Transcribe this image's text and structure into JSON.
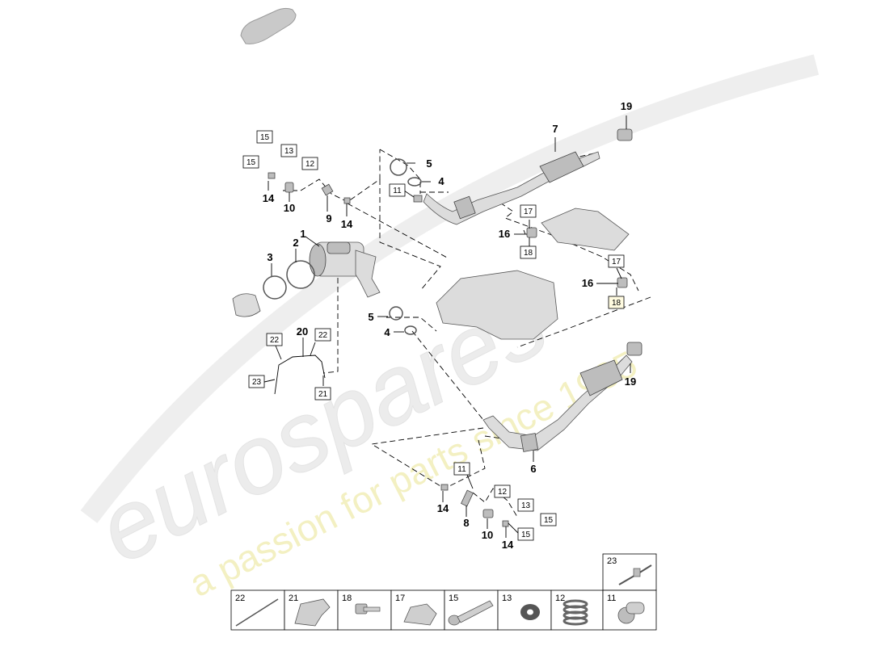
{
  "watermark": {
    "brand": "eurospares",
    "tagline": "a passion for parts since 1985"
  },
  "callouts": [
    {
      "id": "c19a",
      "text": "19"
    },
    {
      "id": "c7",
      "text": "7"
    },
    {
      "id": "c5a",
      "text": "5"
    },
    {
      "id": "c4a",
      "text": "4"
    },
    {
      "id": "c14a",
      "text": "14"
    },
    {
      "id": "c10a",
      "text": "10"
    },
    {
      "id": "c9",
      "text": "9"
    },
    {
      "id": "c14b",
      "text": "14"
    },
    {
      "id": "c16a",
      "text": "16"
    },
    {
      "id": "c1",
      "text": "1"
    },
    {
      "id": "c2",
      "text": "2"
    },
    {
      "id": "c3",
      "text": "3"
    },
    {
      "id": "c16b",
      "text": "16"
    },
    {
      "id": "c5b",
      "text": "5"
    },
    {
      "id": "c4b",
      "text": "4"
    },
    {
      "id": "c20",
      "text": "20"
    },
    {
      "id": "c19b",
      "text": "19"
    },
    {
      "id": "c6",
      "text": "6"
    },
    {
      "id": "c14c",
      "text": "14"
    },
    {
      "id": "c8",
      "text": "8"
    },
    {
      "id": "c10b",
      "text": "10"
    },
    {
      "id": "c14d",
      "text": "14"
    }
  ],
  "boxed_labels": [
    {
      "id": "b15a",
      "text": "15"
    },
    {
      "id": "b13a",
      "text": "13"
    },
    {
      "id": "b12a",
      "text": "12"
    },
    {
      "id": "b15b",
      "text": "15"
    },
    {
      "id": "b11a",
      "text": "11"
    },
    {
      "id": "b17a",
      "text": "17"
    },
    {
      "id": "b18a",
      "text": "18"
    },
    {
      "id": "b17b",
      "text": "17"
    },
    {
      "id": "b18b",
      "text": "18"
    },
    {
      "id": "b22a",
      "text": "22"
    },
    {
      "id": "b22b",
      "text": "22"
    },
    {
      "id": "b23",
      "text": "23"
    },
    {
      "id": "b21",
      "text": "21"
    },
    {
      "id": "b11b",
      "text": "11"
    },
    {
      "id": "b12b",
      "text": "12"
    },
    {
      "id": "b13b",
      "text": "13"
    },
    {
      "id": "b15c",
      "text": "15"
    },
    {
      "id": "b15d",
      "text": "15"
    }
  ],
  "legend": {
    "top": {
      "label": "23"
    },
    "cells": [
      {
        "label": "22"
      },
      {
        "label": "21"
      },
      {
        "label": "18"
      },
      {
        "label": "17"
      },
      {
        "label": "15"
      },
      {
        "label": "13"
      },
      {
        "label": "12"
      },
      {
        "label": "11"
      }
    ]
  }
}
